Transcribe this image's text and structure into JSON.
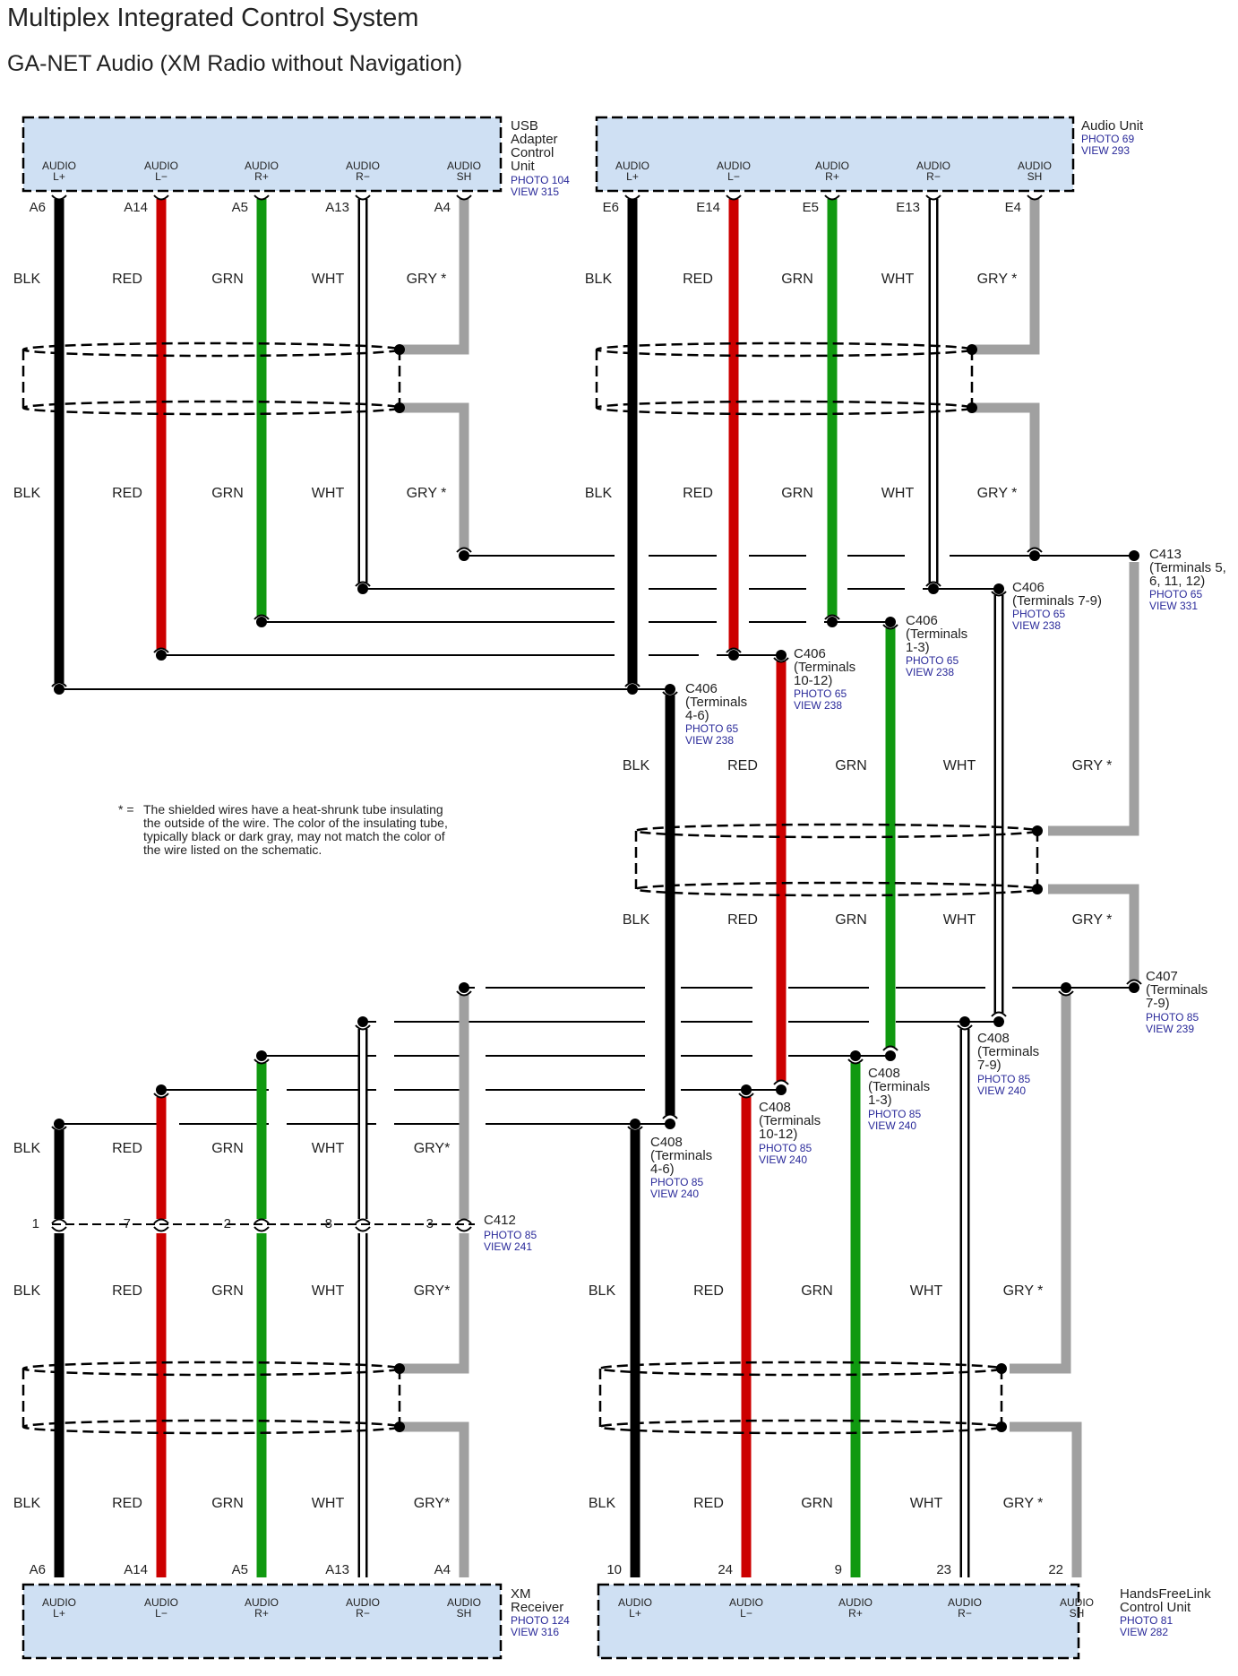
{
  "header": {
    "title": "Multiplex Integrated Control System",
    "subtitle": "GA-NET Audio (XM Radio without Navigation)"
  },
  "units": {
    "usb": {
      "l1": "USB",
      "l2": "Adapter",
      "l3": "Control",
      "l4": "Unit",
      "photo": "PHOTO 104",
      "view": "VIEW 315"
    },
    "audio": {
      "l1": "Audio Unit",
      "photo": "PHOTO 69",
      "view": "VIEW 293"
    },
    "xm": {
      "l1": "XM",
      "l2": "Receiver",
      "photo": "PHOTO 124",
      "view": "VIEW 316"
    },
    "hfl": {
      "l1": "HandsFreeLink",
      "l2": "Control Unit",
      "photo": "PHOTO 81",
      "view": "VIEW 282"
    }
  },
  "pins": {
    "audio_word": "AUDIO",
    "names": [
      "L+",
      "L−",
      "R+",
      "R−",
      "SH"
    ]
  },
  "terminals": {
    "usb": [
      "A6",
      "A14",
      "A5",
      "A13",
      "A4"
    ],
    "audio": [
      "E6",
      "E14",
      "E5",
      "E13",
      "E4"
    ],
    "xm": [
      "A6",
      "A14",
      "A5",
      "A13",
      "A4"
    ],
    "hfl": [
      "10",
      "24",
      "9",
      "23",
      "22"
    ],
    "c412": [
      "1",
      "7",
      "2",
      "8",
      "3"
    ]
  },
  "wire_labels": {
    "colors": [
      "BLK",
      "RED",
      "GRN",
      "WHT"
    ],
    "gry_a": "GRY *",
    "gry_b": "GRY*"
  },
  "connectors": {
    "c413": {
      "l1": "C413",
      "l2": "(Terminals 5,",
      "l3": "6, 11, 12)",
      "photo": "PHOTO 65",
      "view": "VIEW 331"
    },
    "c406a": {
      "l1": "C406",
      "l2": "(Terminals 7-9)",
      "photo": "PHOTO 65",
      "view": "VIEW 238"
    },
    "c406b": {
      "l1": "C406",
      "l2": "(Terminals",
      "l3": "1-3)",
      "photo": "PHOTO 65",
      "view": "VIEW 238"
    },
    "c406c": {
      "l1": "C406",
      "l2": "(Terminals",
      "l3": "10-12)",
      "photo": "PHOTO 65",
      "view": "VIEW 238"
    },
    "c406d": {
      "l1": "C406",
      "l2": "(Terminals",
      "l3": "4-6)",
      "photo": "PHOTO 65",
      "view": "VIEW 238"
    },
    "c407": {
      "l1": "C407",
      "l2": "(Terminals",
      "l3": "7-9)",
      "photo": "PHOTO 85",
      "view": "VIEW 239"
    },
    "c408a": {
      "l1": "C408",
      "l2": "(Terminals",
      "l3": "7-9)",
      "photo": "PHOTO 85",
      "view": "VIEW 240"
    },
    "c408b": {
      "l1": "C408",
      "l2": "(Terminals",
      "l3": "1-3)",
      "photo": "PHOTO 85",
      "view": "VIEW 240"
    },
    "c408c": {
      "l1": "C408",
      "l2": "(Terminals",
      "l3": "10-12)",
      "photo": "PHOTO 85",
      "view": "VIEW 240"
    },
    "c408d": {
      "l1": "C408",
      "l2": "(Terminals",
      "l3": "4-6)",
      "photo": "PHOTO 85",
      "view": "VIEW 240"
    },
    "c412": {
      "l1": "C412",
      "photo": "PHOTO 85",
      "view": "VIEW 241"
    }
  },
  "note": {
    "star": "* =",
    "lines": [
      "The shielded wires have a heat-shrunk tube insulating",
      "the outside of the wire. The color of the insulating tube,",
      "typically black or dark gray, may not match the color of",
      "the wire listed on the schematic."
    ]
  },
  "colors": {
    "unit_fill": "#cfe0f3",
    "blk": "#000000",
    "red": "#cc0000",
    "grn": "#109910",
    "gry": "#a0a0a0",
    "photo_text": "#2a2a9a"
  }
}
